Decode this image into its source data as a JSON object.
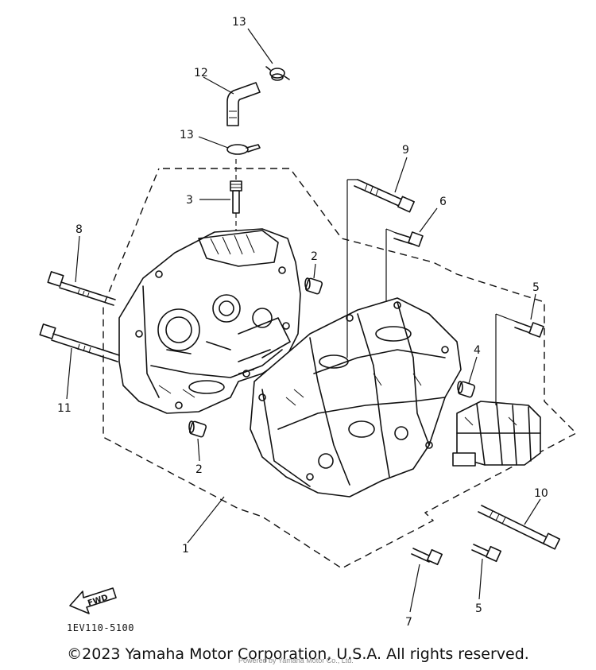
{
  "diagram": {
    "code": "1EV110-5100",
    "fwd_label": "FWD",
    "callouts": [
      {
        "id": "c13a",
        "text": "13"
      },
      {
        "id": "c12",
        "text": "12"
      },
      {
        "id": "c13b",
        "text": "13"
      },
      {
        "id": "c3",
        "text": "3"
      },
      {
        "id": "c9",
        "text": "9"
      },
      {
        "id": "c6",
        "text": "6"
      },
      {
        "id": "c8",
        "text": "8"
      },
      {
        "id": "c2a",
        "text": "2"
      },
      {
        "id": "c5a",
        "text": "5"
      },
      {
        "id": "c4",
        "text": "4"
      },
      {
        "id": "c11",
        "text": "11"
      },
      {
        "id": "c2b",
        "text": "2"
      },
      {
        "id": "c10",
        "text": "10"
      },
      {
        "id": "c1",
        "text": "1"
      },
      {
        "id": "c7",
        "text": "7"
      },
      {
        "id": "c5b",
        "text": "5"
      }
    ]
  },
  "footer": {
    "copyright": "©2023 Yamaha Motor Corporation, U.S.A. All rights reserved.",
    "watermark": "Powered by Yamaha Motor Co., Ltd."
  }
}
